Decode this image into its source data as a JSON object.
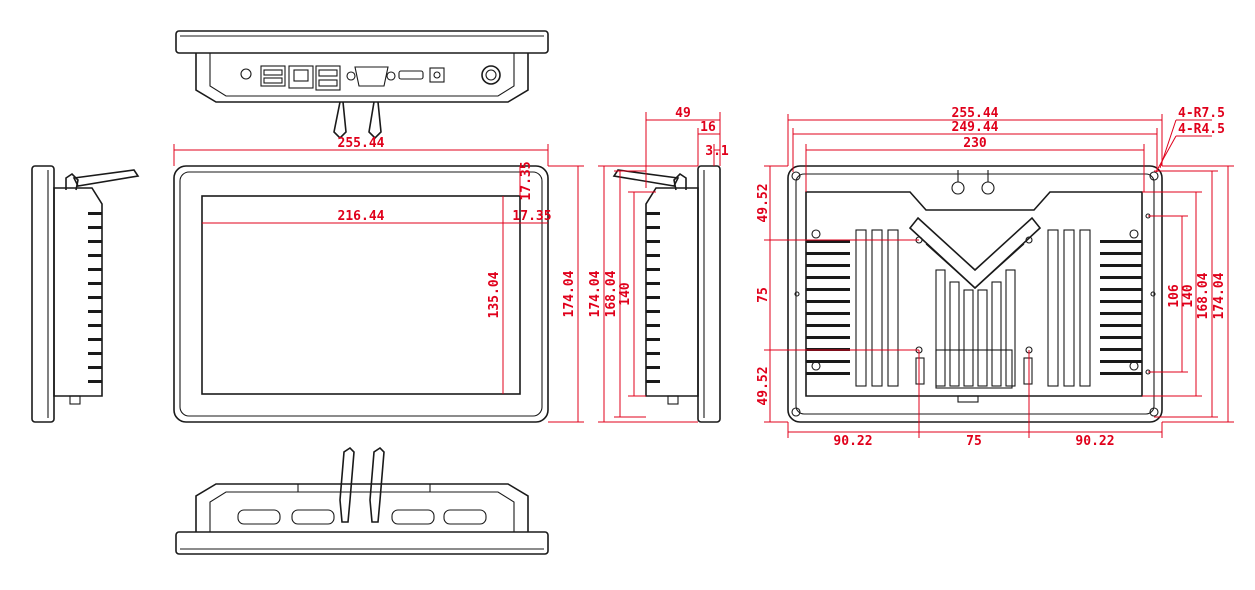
{
  "colors": {
    "line": "#1a1a1a",
    "dimension": "#e0001b",
    "background": "#ffffff"
  },
  "front_view": {
    "width": "255.44",
    "height": "174.04",
    "display_width": "216.44",
    "display_height": "135.04",
    "bezel_top": "17.35",
    "bezel_right": "17.35"
  },
  "side_view": {
    "depth": "49",
    "flange_depth": "16",
    "glass_thickness": "3.1",
    "outer_height": "174.04",
    "cutout_height": "168.04",
    "inner_height": "140"
  },
  "rear_view": {
    "width": "255.44",
    "cutout_width": "249.44",
    "hole_span": "230",
    "corner_radius_outer": "4-R7.5",
    "corner_radius_inner": "4-R4.5",
    "vesa_top": "49.52",
    "vesa_mid": "75",
    "vesa_bottom": "49.52",
    "bottom_left": "90.22",
    "bottom_mid": "75",
    "bottom_right": "90.22",
    "right_106": "106",
    "right_140": "140",
    "right_168": "168.04",
    "right_174": "174.04"
  }
}
